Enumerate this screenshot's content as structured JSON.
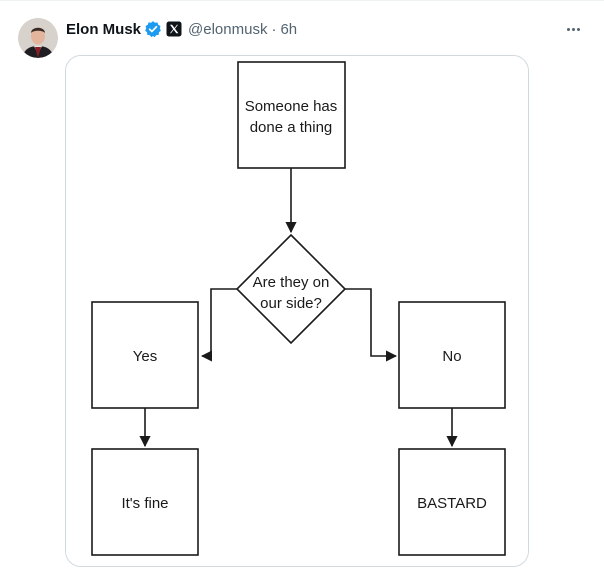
{
  "post": {
    "author_name": "Elon Musk",
    "handle": "@elonmusk",
    "separator": "·",
    "time": "6h"
  },
  "icons": {
    "verified": "verified-badge-icon",
    "affiliation": "x-logo-icon",
    "more": "more-options-icon"
  },
  "colors": {
    "verified_blue": "#1d9bf0",
    "text_primary": "#0f1419",
    "text_secondary": "#536471",
    "border": "#cfd9de"
  },
  "flowchart": {
    "start": [
      "Someone has",
      "done a thing"
    ],
    "decision": [
      "Are they on",
      "our side?"
    ],
    "yes": "Yes",
    "no": "No",
    "yes_result": "It's fine",
    "no_result": "BASTARD"
  }
}
